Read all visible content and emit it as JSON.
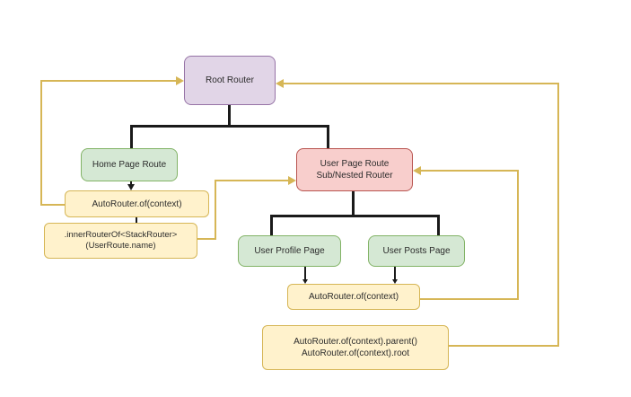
{
  "diagram": {
    "nodes": {
      "root_router": {
        "label": "Root Router"
      },
      "home_page_route": {
        "label": "Home Page Route"
      },
      "user_page_route": {
        "line1": "User Page Route",
        "line2": "Sub/Nested Router"
      },
      "autorouter_left": {
        "label": "AutoRouter.of(context)"
      },
      "inner_router_of": {
        "line1": ".innerRouterOf<StackRouter>",
        "line2": "(UserRoute.name)"
      },
      "user_profile_page": {
        "label": "User Profile Page"
      },
      "user_posts_page": {
        "label": "User Posts Page"
      },
      "autorouter_center": {
        "label": "AutoRouter.of(context)"
      },
      "autorouter_bottom": {
        "line1": "AutoRouter.of(context).parent()",
        "line2": "AutoRouter.of(context).root"
      }
    },
    "palette": {
      "node_purple_fill": "#E1D5E7",
      "node_purple_stroke": "#9673A6",
      "node_green_fill": "#D5E8D4",
      "node_green_stroke": "#82B366",
      "node_red_fill": "#F8CECC",
      "node_red_stroke": "#B85450",
      "node_yellow_fill": "#FFF2CC",
      "node_yellow_stroke": "#D6B656",
      "edge_black": "#1a1a1a",
      "edge_yellow": "#D6B656"
    }
  }
}
